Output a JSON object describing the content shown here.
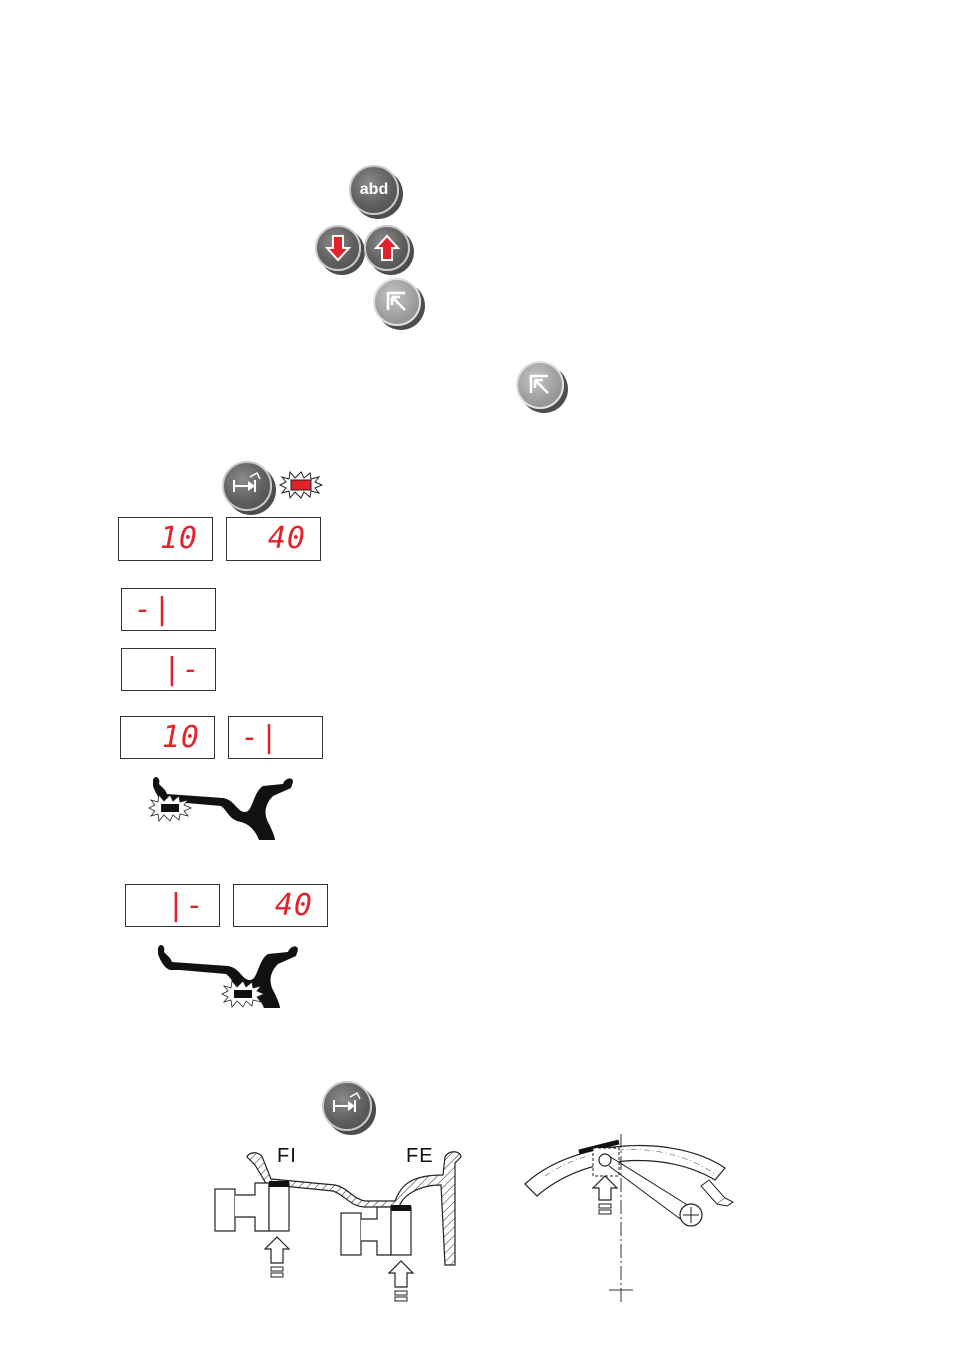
{
  "buttons": {
    "abd_label": "abd"
  },
  "displays": {
    "row1_left": "10",
    "row1_right": "40",
    "row2": "-|",
    "row3": "|-",
    "row4_left": "10",
    "row4_right": "-|",
    "row5_left": "|-",
    "row5_right": "40"
  },
  "diagram_labels": {
    "inner": "FI",
    "outer": "FE"
  },
  "colors": {
    "led_red": "#e3232b",
    "button_dark": "#5f5f5f",
    "button_light": "#9c9c9c"
  }
}
